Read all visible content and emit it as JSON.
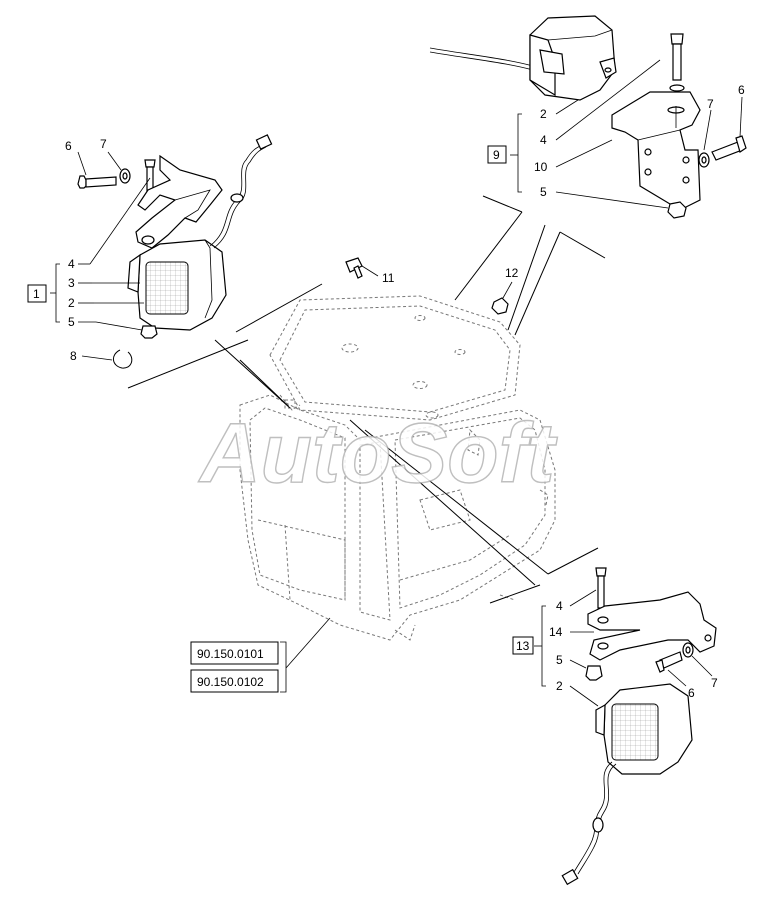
{
  "watermark": "AutoSoft",
  "groups": {
    "group_1": "1",
    "group_9": "9",
    "group_13": "13"
  },
  "callouts": {
    "left": {
      "6": "6",
      "7": "7",
      "4": "4",
      "3": "3",
      "2": "2",
      "5": "5",
      "8": "8"
    },
    "center": {
      "11": "11",
      "12": "12"
    },
    "top_right": {
      "2": "2",
      "4": "4",
      "10": "10",
      "5": "5",
      "7": "7",
      "6": "6"
    },
    "bottom_right": {
      "4": "4",
      "14": "14",
      "5": "5",
      "6": "6",
      "7": "7",
      "2": "2"
    }
  },
  "references": {
    "ref_a": "90.150.0101",
    "ref_b": "90.150.0102"
  }
}
